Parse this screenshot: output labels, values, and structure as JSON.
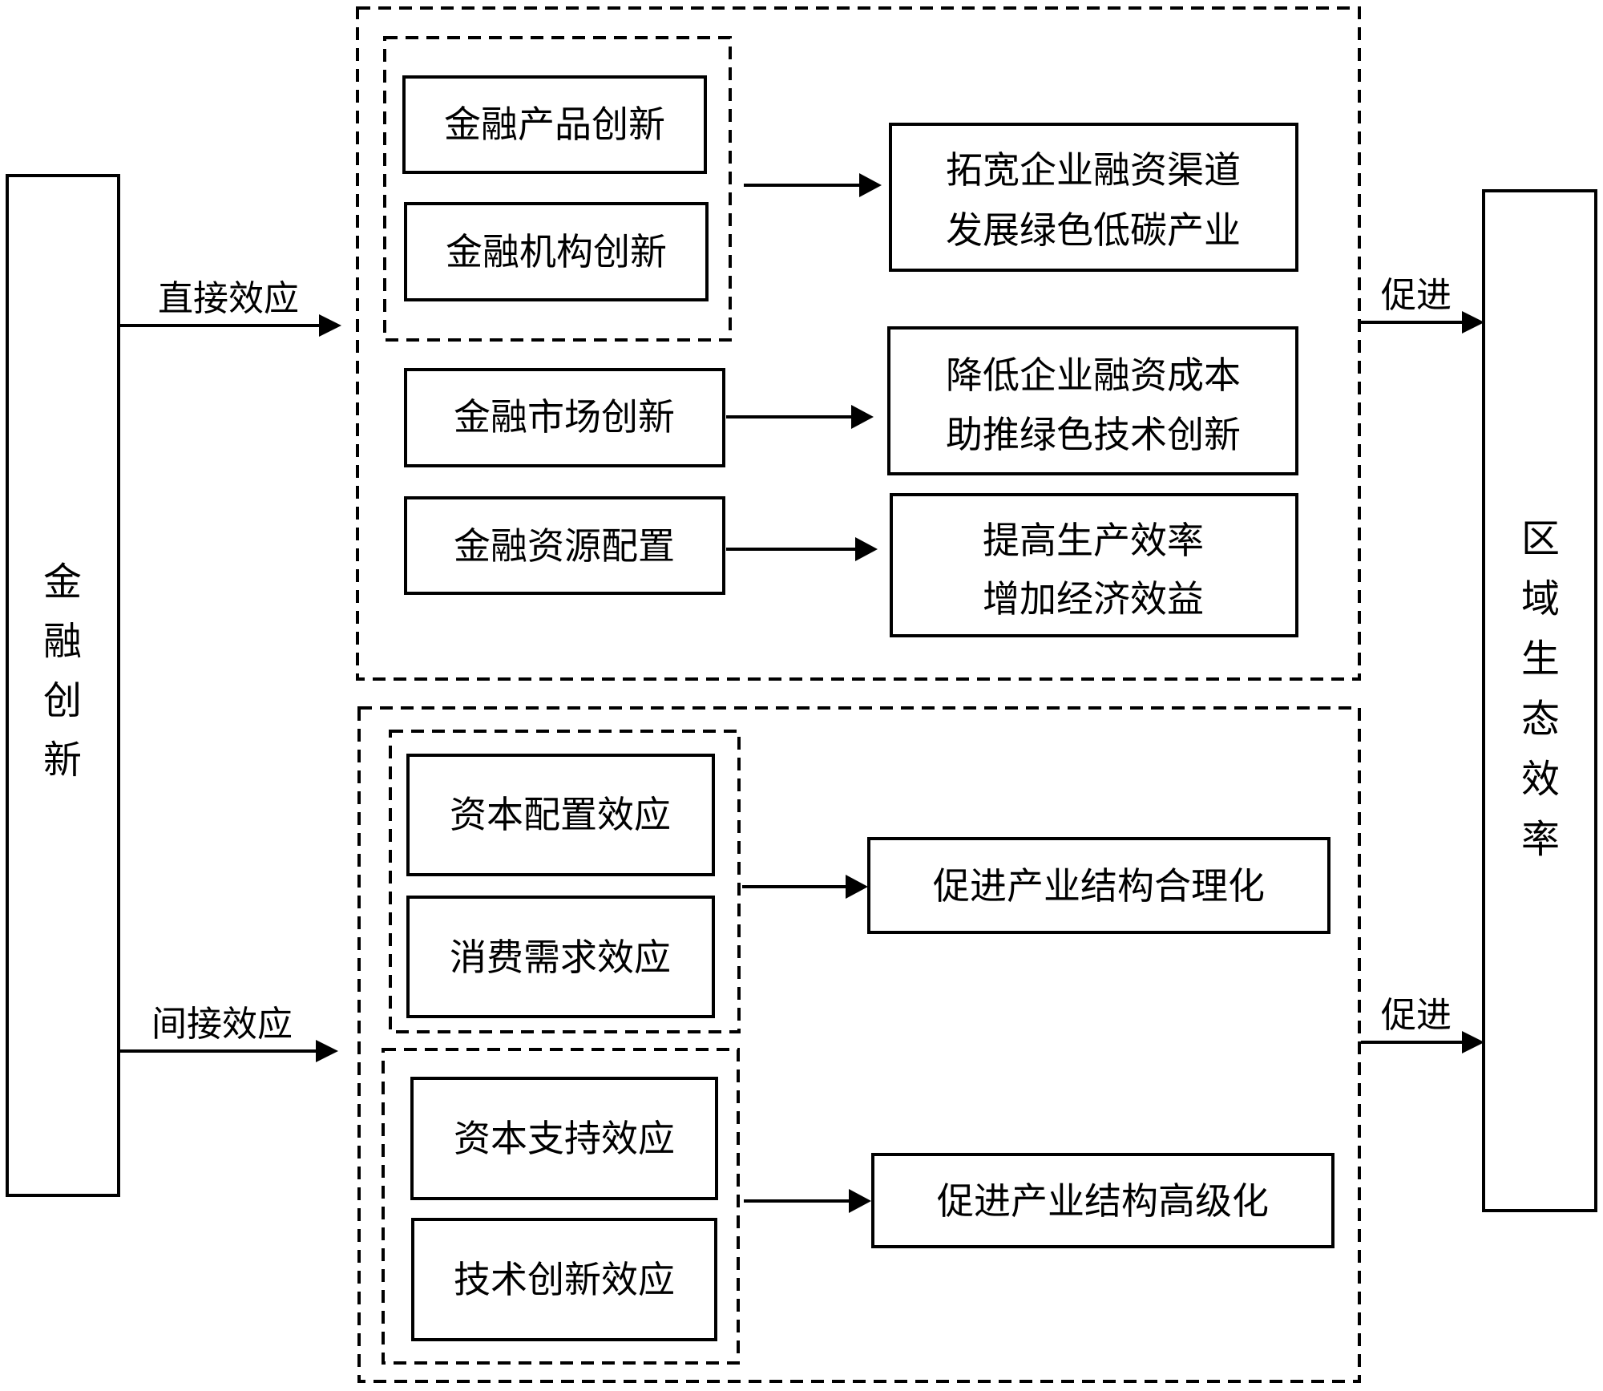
{
  "source": {
    "label": "金融创新"
  },
  "target": {
    "label": "区域生态效率"
  },
  "paths": {
    "direct": {
      "label": "直接效应"
    },
    "indirect": {
      "label": "间接效应"
    }
  },
  "promote": {
    "top": "促进",
    "bottom": "促进"
  },
  "direct_group": {
    "mechanisms": [
      {
        "label": "金融产品创新"
      },
      {
        "label": "金融机构创新"
      },
      {
        "label": "金融市场创新"
      },
      {
        "label": "金融资源配置"
      }
    ],
    "outcomes": [
      {
        "line1": "拓宽企业融资渠道",
        "line2": "发展绿色低碳产业"
      },
      {
        "line1": "降低企业融资成本",
        "line2": "助推绿色技术创新"
      },
      {
        "line1": "提高生产效率",
        "line2": "增加经济效益"
      }
    ]
  },
  "indirect_group": {
    "mechanisms": [
      {
        "label": "资本配置效应"
      },
      {
        "label": "消费需求效应"
      },
      {
        "label": "资本支持效应"
      },
      {
        "label": "技术创新效应"
      }
    ],
    "outcomes": [
      {
        "label": "促进产业结构合理化"
      },
      {
        "label": "促进产业结构高级化"
      }
    ]
  }
}
